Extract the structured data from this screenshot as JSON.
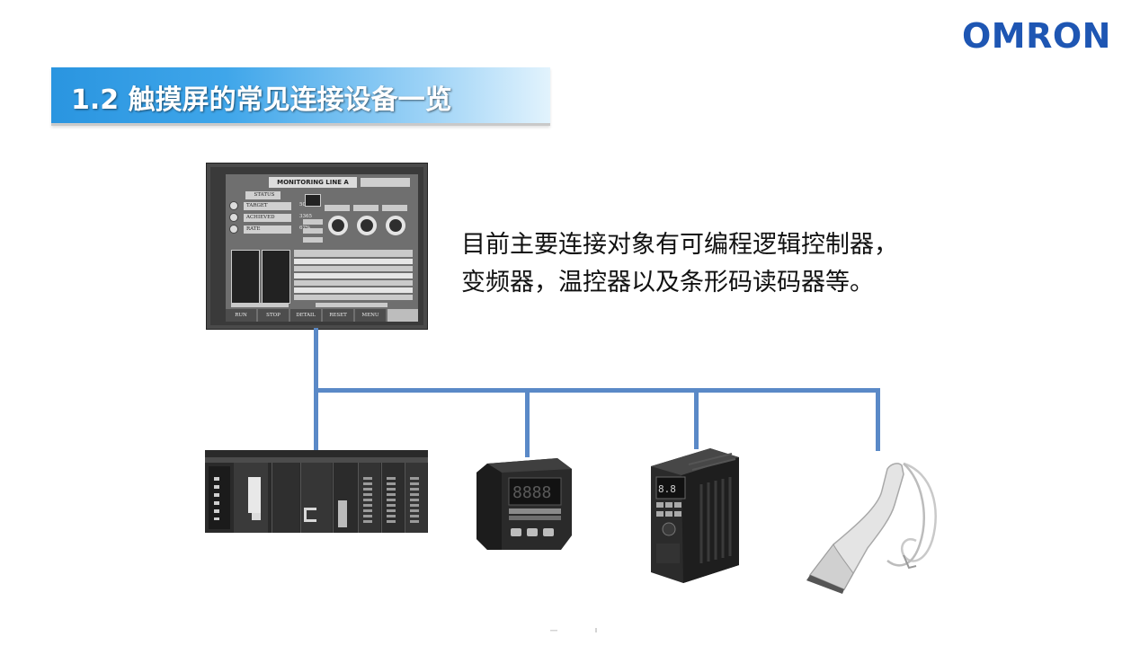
{
  "brand": {
    "logo_text": "OMRON",
    "logo_color": "#1e56b3"
  },
  "title_bar": {
    "text": "1.2 触摸屏的常见连接设备一览",
    "accent_color": "#2a95e0"
  },
  "description": {
    "line1": "目前主要连接对象有可编程逻辑控制器，",
    "line2": "变频器，温控器以及条形码读码器等。"
  },
  "hmi_screen": {
    "header": "MONITORING LINE A",
    "status_label": "STATUS",
    "rows": [
      {
        "label": "TARGET",
        "value": "509"
      },
      {
        "label": "ACHIEVED",
        "value": "3365"
      },
      {
        "label": "RATE",
        "value": "67%"
      }
    ],
    "buttons": [
      "RUN",
      "STOP",
      "DETAIL",
      "RESET",
      "MENU",
      ""
    ]
  },
  "diagram": {
    "wire_color": "#5a89c7",
    "nodes": [
      {
        "id": "touch-screen",
        "icon": "hmi-panel-icon"
      },
      {
        "id": "plc",
        "icon": "plc-rack-icon"
      },
      {
        "id": "temperature-controller",
        "icon": "temperature-controller-icon"
      },
      {
        "id": "inverter",
        "icon": "inverter-drive-icon"
      },
      {
        "id": "barcode-reader",
        "icon": "barcode-scanner-icon"
      }
    ]
  }
}
